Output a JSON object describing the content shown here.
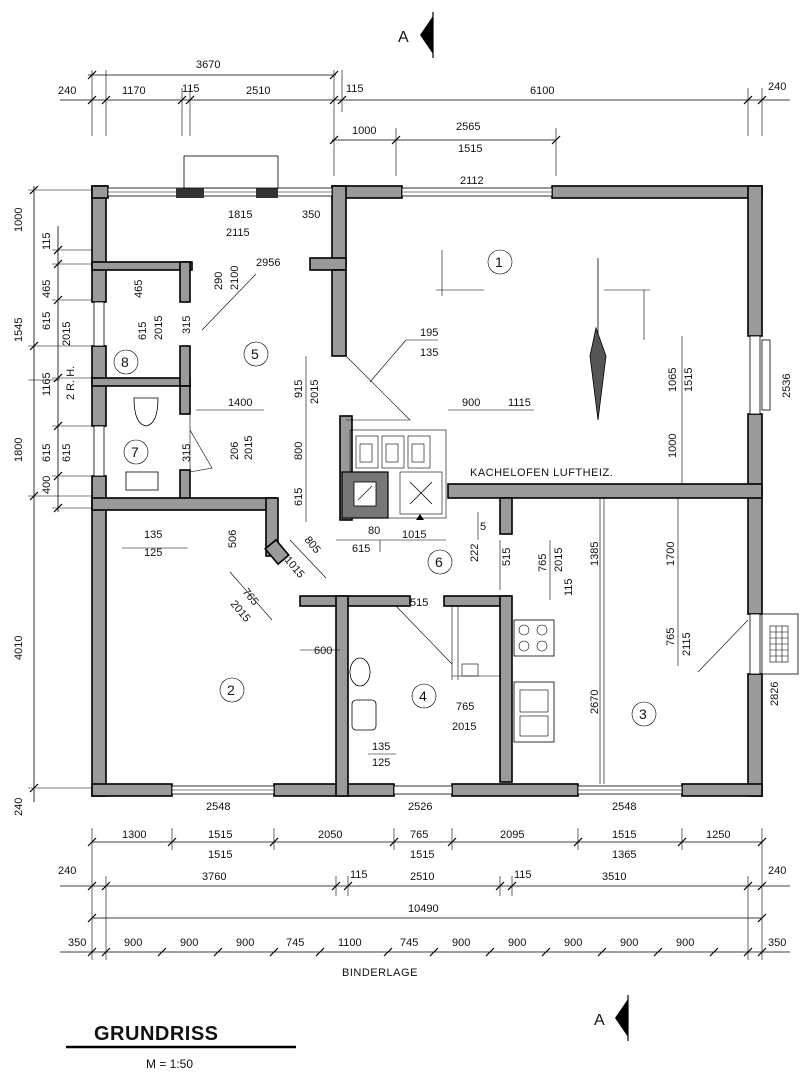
{
  "title": "GRUNDRISS",
  "scale": "M = 1:50",
  "section_marker": "A",
  "binderlage_label": "BINDERLAGE",
  "kachelofen_label": "KACHELOFEN LUFTHEIZ.",
  "rooms": [
    "1",
    "2",
    "3",
    "4",
    "5",
    "6",
    "7",
    "8"
  ],
  "dims_top": [
    "3670",
    "240",
    "1170",
    "115",
    "2510",
    "115",
    "6100",
    "240",
    "1000",
    "2565",
    "1515",
    "2112",
    "1815",
    "2115",
    "350",
    "2956",
    "290",
    "2100"
  ],
  "dims_bottom": [
    "2548",
    "2526",
    "2548",
    "1300",
    "1515",
    "2050",
    "765",
    "2095",
    "1515",
    "1250",
    "1515",
    "1515",
    "1365",
    "240",
    "3760",
    "115",
    "2510",
    "115",
    "3510",
    "240",
    "10490",
    "350",
    "900",
    "900",
    "900",
    "745",
    "1100",
    "745",
    "900",
    "900",
    "900",
    "900",
    "900",
    "350"
  ],
  "dims_left": [
    "1000",
    "115",
    "465",
    "1545",
    "615",
    "2015",
    "1165",
    "2 R. H.",
    "1800",
    "615",
    "615",
    "400",
    "4010",
    "240"
  ],
  "dims_right": [
    "2536",
    "2826"
  ],
  "dims_interior": [
    "465",
    "615",
    "2015",
    "315",
    "1400",
    "315",
    "206",
    "2015",
    "195",
    "135",
    "915",
    "2015",
    "800",
    "615",
    "900",
    "1115",
    "1065",
    "1515",
    "1000",
    "135",
    "125",
    "506",
    "805",
    "1015",
    "765",
    "2015",
    "80",
    "615",
    "1015",
    "222",
    "5",
    "515",
    "765",
    "2015",
    "115",
    "1385",
    "1700",
    "765",
    "2115",
    "515",
    "600",
    "2670",
    "765",
    "2015",
    "135",
    "125"
  ]
}
